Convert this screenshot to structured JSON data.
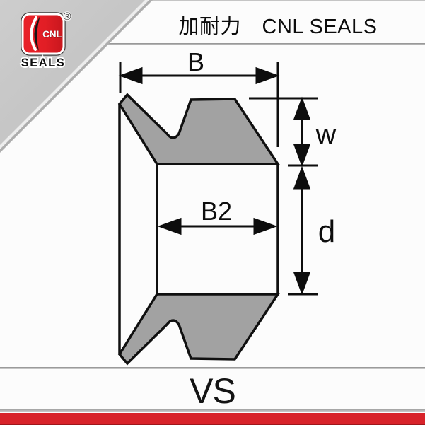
{
  "header": {
    "title": "加耐力　CNL SEALS",
    "logo": {
      "line1": "CNL",
      "line2": "SEALS",
      "registered": "®"
    }
  },
  "diagram": {
    "type": "seal-cross-section",
    "dimension_labels": {
      "total_width": "B",
      "inner_width": "B2",
      "lip_height": "w",
      "inner_height": "d"
    }
  },
  "footer": {
    "model": "VS"
  },
  "colors": {
    "seal_fill": "#a2a2a2",
    "outline": "#101010",
    "corner_gray": "#c4c4c4",
    "accent_red": "#d8232a",
    "logo_red": "#e21e25"
  }
}
